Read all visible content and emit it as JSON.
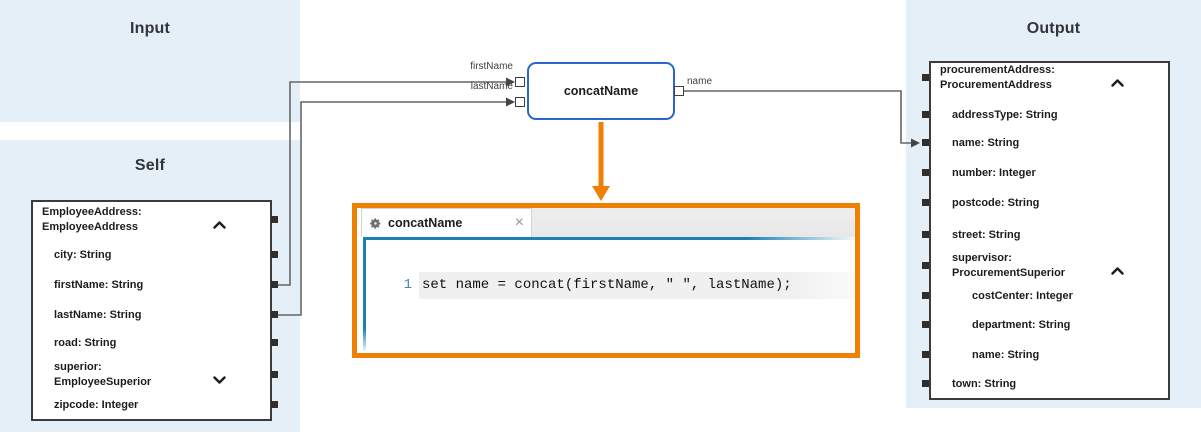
{
  "panels": {
    "input": {
      "title": "Input"
    },
    "self": {
      "title": "Self"
    },
    "output": {
      "title": "Output"
    }
  },
  "self_box": {
    "rows": [
      {
        "lines": [
          "EmployeeAddress:",
          "EmployeeAddress"
        ],
        "level": 1,
        "chevron": "up"
      },
      {
        "lines": [
          "city: String"
        ],
        "level": 2
      },
      {
        "lines": [
          "firstName: String"
        ],
        "level": 2
      },
      {
        "lines": [
          "lastName: String"
        ],
        "level": 2
      },
      {
        "lines": [
          "road: String"
        ],
        "level": 2
      },
      {
        "lines": [
          "superior:",
          "EmployeeSuperior"
        ],
        "level": 2,
        "chevron": "down"
      },
      {
        "lines": [
          "zipcode: Integer"
        ],
        "level": 2
      }
    ]
  },
  "output_box": {
    "rows": [
      {
        "lines": [
          "procurementAddress:",
          "ProcurementAddress"
        ],
        "level": 1,
        "chevron": "up"
      },
      {
        "lines": [
          "addressType: String"
        ],
        "level": 2
      },
      {
        "lines": [
          "name: String"
        ],
        "level": 2
      },
      {
        "lines": [
          "number: Integer"
        ],
        "level": 2
      },
      {
        "lines": [
          "postcode: String"
        ],
        "level": 2
      },
      {
        "lines": [
          "street: String"
        ],
        "level": 2
      },
      {
        "lines": [
          "supervisor:",
          "ProcurementSuperior"
        ],
        "level": 2,
        "chevron": "up"
      },
      {
        "lines": [
          "costCenter: Integer"
        ],
        "level": 3
      },
      {
        "lines": [
          "department: String"
        ],
        "level": 3
      },
      {
        "lines": [
          "name: String"
        ],
        "level": 3
      },
      {
        "lines": [
          "town: String"
        ],
        "level": 2
      }
    ]
  },
  "node": {
    "label": "concatName",
    "input_ports": [
      "firstName",
      "lastName"
    ],
    "output_ports": [
      "name"
    ]
  },
  "connections": [
    {
      "from": "Self.firstName",
      "to": "concatName.firstName"
    },
    {
      "from": "Self.lastName",
      "to": "concatName.lastName"
    },
    {
      "from": "concatName.name",
      "to": "Output.procurementAddress.name"
    }
  ],
  "editor": {
    "tab_label": "concatName",
    "close_label": "×",
    "line_number": "1",
    "code": "set name = concat(firstName, \" \", lastName);"
  },
  "colors": {
    "panel_blue": "#e4eff7",
    "node_border": "#2a66cc",
    "orange": "#ee8103",
    "editor_blue": "#1b80b8",
    "connector": "#666666"
  }
}
